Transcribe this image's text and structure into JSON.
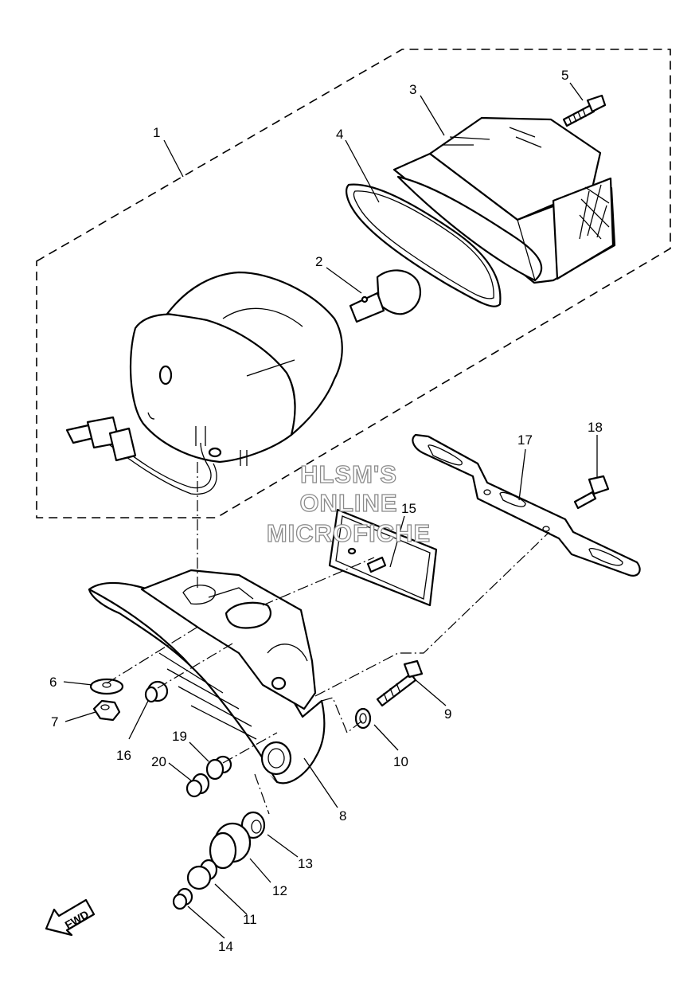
{
  "watermark": {
    "line1": "HLSM'S",
    "line2": "ONLINE",
    "line3": "MICROFICHE"
  },
  "fwd_arrow": {
    "label": "FWD"
  },
  "callouts": {
    "c1": "1",
    "c2": "2",
    "c3": "3",
    "c4": "4",
    "c5": "5",
    "c6": "6",
    "c7": "7",
    "c8": "8",
    "c9": "9",
    "c10": "10",
    "c11": "11",
    "c12": "12",
    "c13": "13",
    "c14": "14",
    "c15": "15",
    "c16": "16",
    "c17": "17",
    "c18": "18",
    "c19": "19",
    "c20": "20"
  }
}
